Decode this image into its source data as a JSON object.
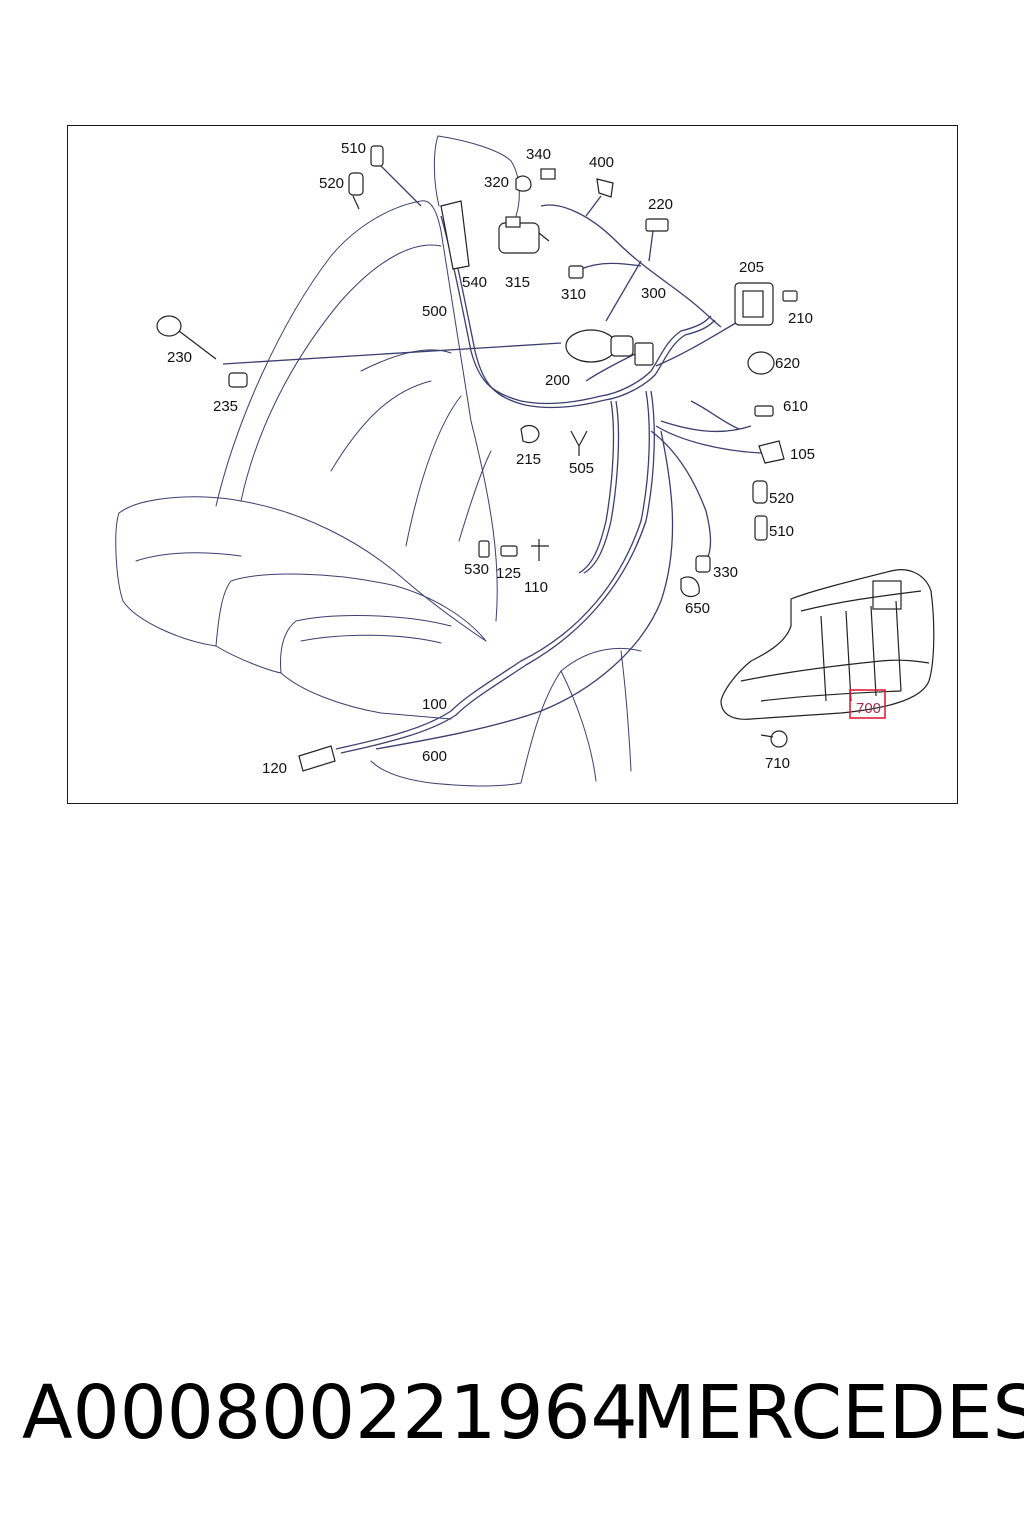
{
  "diagram": {
    "callouts": [
      {
        "id": "510a",
        "label": "510"
      },
      {
        "id": "520a",
        "label": "520"
      },
      {
        "id": "340",
        "label": "340"
      },
      {
        "id": "320",
        "label": "320"
      },
      {
        "id": "400",
        "label": "400"
      },
      {
        "id": "220",
        "label": "220"
      },
      {
        "id": "540",
        "label": "540"
      },
      {
        "id": "315",
        "label": "315"
      },
      {
        "id": "310",
        "label": "310"
      },
      {
        "id": "300",
        "label": "300"
      },
      {
        "id": "205",
        "label": "205"
      },
      {
        "id": "210",
        "label": "210"
      },
      {
        "id": "500",
        "label": "500"
      },
      {
        "id": "230",
        "label": "230"
      },
      {
        "id": "200",
        "label": "200"
      },
      {
        "id": "620",
        "label": "620"
      },
      {
        "id": "235",
        "label": "235"
      },
      {
        "id": "610",
        "label": "610"
      },
      {
        "id": "105",
        "label": "105"
      },
      {
        "id": "215",
        "label": "215"
      },
      {
        "id": "505",
        "label": "505"
      },
      {
        "id": "520b",
        "label": "520"
      },
      {
        "id": "510b",
        "label": "510"
      },
      {
        "id": "530",
        "label": "530"
      },
      {
        "id": "125",
        "label": "125"
      },
      {
        "id": "110",
        "label": "110"
      },
      {
        "id": "330",
        "label": "330"
      },
      {
        "id": "650",
        "label": "650"
      },
      {
        "id": "700",
        "label": "700",
        "highlighted": true
      },
      {
        "id": "100",
        "label": "100"
      },
      {
        "id": "600",
        "label": "600"
      },
      {
        "id": "120",
        "label": "120"
      },
      {
        "id": "710",
        "label": "710"
      }
    ],
    "colors": {
      "line": "#3a3f6e",
      "frame": "#1a1a1a",
      "highlight": "#e0203a"
    }
  },
  "footer": {
    "part_number": "A000800221964",
    "brand": "MERCEDES"
  }
}
